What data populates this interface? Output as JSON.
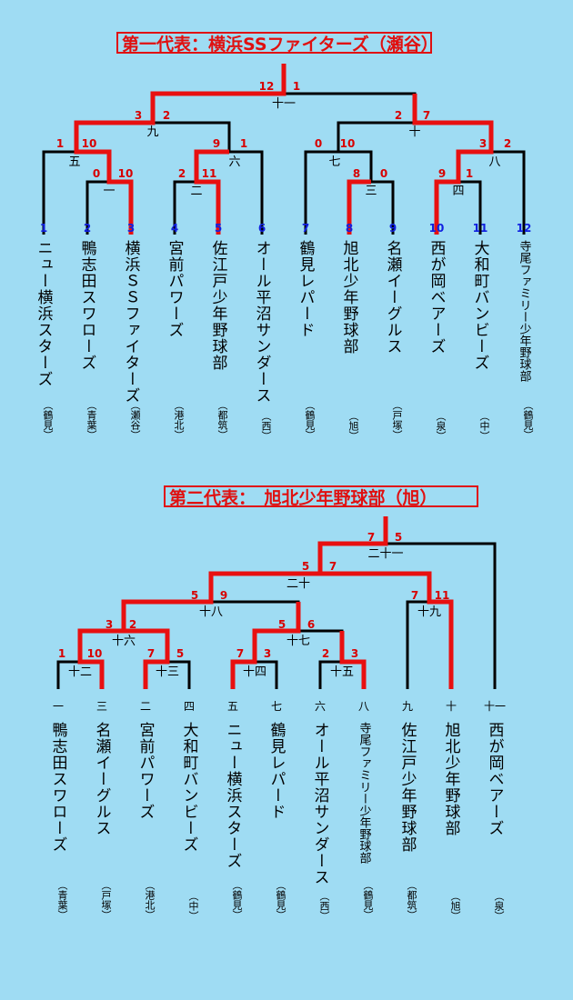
{
  "bracket1": {
    "title": "第一代表：横浜SSファイターズ（瀬谷）",
    "teams": [
      {
        "num": "1",
        "name": "ニュー横浜スターズ",
        "area": "（鶴見）"
      },
      {
        "num": "2",
        "name": "鴨志田スワローズ",
        "area": "（青葉）"
      },
      {
        "num": "3",
        "name": "横浜ＳＳファイターズ",
        "area": "（瀬谷）"
      },
      {
        "num": "4",
        "name": "宮前パワーズ",
        "area": "（港北）"
      },
      {
        "num": "5",
        "name": "佐江戸少年野球部",
        "area": "（都筑）"
      },
      {
        "num": "6",
        "name": "オール平沼サンダース",
        "area": "（西）"
      },
      {
        "num": "7",
        "name": "鶴見レパード",
        "area": "（鶴見）"
      },
      {
        "num": "8",
        "name": "旭北少年野球部",
        "area": "（旭）"
      },
      {
        "num": "9",
        "name": "名瀬イーグルス",
        "area": "（戸塚）"
      },
      {
        "num": "10",
        "name": "西が岡ベアーズ",
        "area": "（泉）"
      },
      {
        "num": "11",
        "name": "大和町バンビーズ",
        "area": "（中）"
      },
      {
        "num": "12",
        "name": "寺尾ファミリー少年野球部",
        "area": "（鶴見）"
      }
    ],
    "rounds": [
      "一",
      "二",
      "三",
      "四",
      "五",
      "六",
      "七",
      "八",
      "九",
      "十",
      "十一"
    ],
    "scores": [
      "12",
      "1",
      "3",
      "2",
      "2",
      "7",
      "1",
      "10",
      "9",
      "1",
      "0",
      "10",
      "3",
      "2",
      "0",
      "10",
      "2",
      "11",
      "8",
      "0",
      "9",
      "1"
    ]
  },
  "bracket2": {
    "title": "第二代表：　旭北少年野球部（旭）",
    "teams": [
      {
        "num": "一",
        "name": "鴨志田スワローズ",
        "area": "（青葉）"
      },
      {
        "num": "三",
        "name": "名瀬イーグルス",
        "area": "（戸塚）"
      },
      {
        "num": "二",
        "name": "宮前パワーズ",
        "area": "（港北）"
      },
      {
        "num": "四",
        "name": "大和町バンビーズ",
        "area": "（中）"
      },
      {
        "num": "五",
        "name": "ニュー横浜スターズ",
        "area": "（鶴見）"
      },
      {
        "num": "七",
        "name": "鶴見レパード",
        "area": "（鶴見）"
      },
      {
        "num": "六",
        "name": "オール平沼サンダース",
        "area": "（西）"
      },
      {
        "num": "八",
        "name": "寺尾ファミリー少年野球部",
        "area": "（鶴見）"
      },
      {
        "num": "九",
        "name": "佐江戸少年野球部",
        "area": "（都筑）"
      },
      {
        "num": "十",
        "name": "旭北少年野球部",
        "area": "（旭）"
      },
      {
        "num": "十一",
        "name": "西が岡ベアーズ",
        "area": "（泉）"
      }
    ],
    "rounds": [
      "十二",
      "十三",
      "十四",
      "十五",
      "十六",
      "十七",
      "十八",
      "十九",
      "二十",
      "二十一"
    ],
    "scores": [
      "7",
      "5",
      "5",
      "7",
      "5",
      "9",
      "7",
      "11",
      "3",
      "2",
      "5",
      "6",
      "1",
      "10",
      "7",
      "5",
      "7",
      "3",
      "2",
      "3"
    ]
  },
  "colors": {
    "background": "#9fdcf3",
    "win_line": "#e81010",
    "line": "#000000",
    "score": "#d80000",
    "seed": "#1020e0"
  }
}
